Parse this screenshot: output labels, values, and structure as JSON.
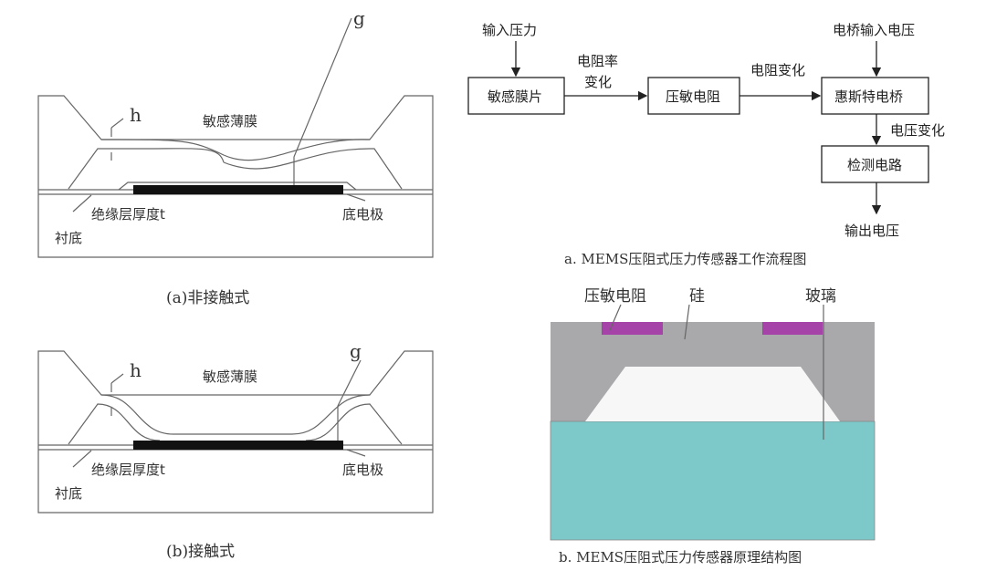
{
  "panel_a": {
    "caption": "(a)非接触式",
    "h": "h",
    "g": "g",
    "membrane": "敏感薄膜",
    "insulation": "绝缘层厚度t",
    "electrode": "底电极",
    "substrate": "衬底"
  },
  "panel_b": {
    "caption": "(b)接触式",
    "h": "h",
    "g": "g",
    "membrane": "敏感薄膜",
    "insulation": "绝缘层厚度t",
    "electrode": "底电极",
    "substrate": "衬底"
  },
  "flowchart": {
    "input_pressure": "输入压力",
    "box1": "敏感膜片",
    "edge1": [
      "电阻率",
      "变化"
    ],
    "box2": "压敏电阻",
    "edge2": "电阻变化",
    "bridge_input": "电桥输入电压",
    "box3": "惠斯特电桥",
    "edge3": "电压变化",
    "box4": "检测电路",
    "output": "输出电压",
    "caption": "a. MEMS压阻式压力传感器工作流程图"
  },
  "structure": {
    "piezoresistor": "压敏电阻",
    "silicon": "硅",
    "glass": "玻璃",
    "caption": "b. MEMS压阻式压力传感器原理结构图",
    "colors": {
      "silicon": "#a9a9ac",
      "glass": "#7dc8c9",
      "resistor": "#a543a8"
    }
  }
}
